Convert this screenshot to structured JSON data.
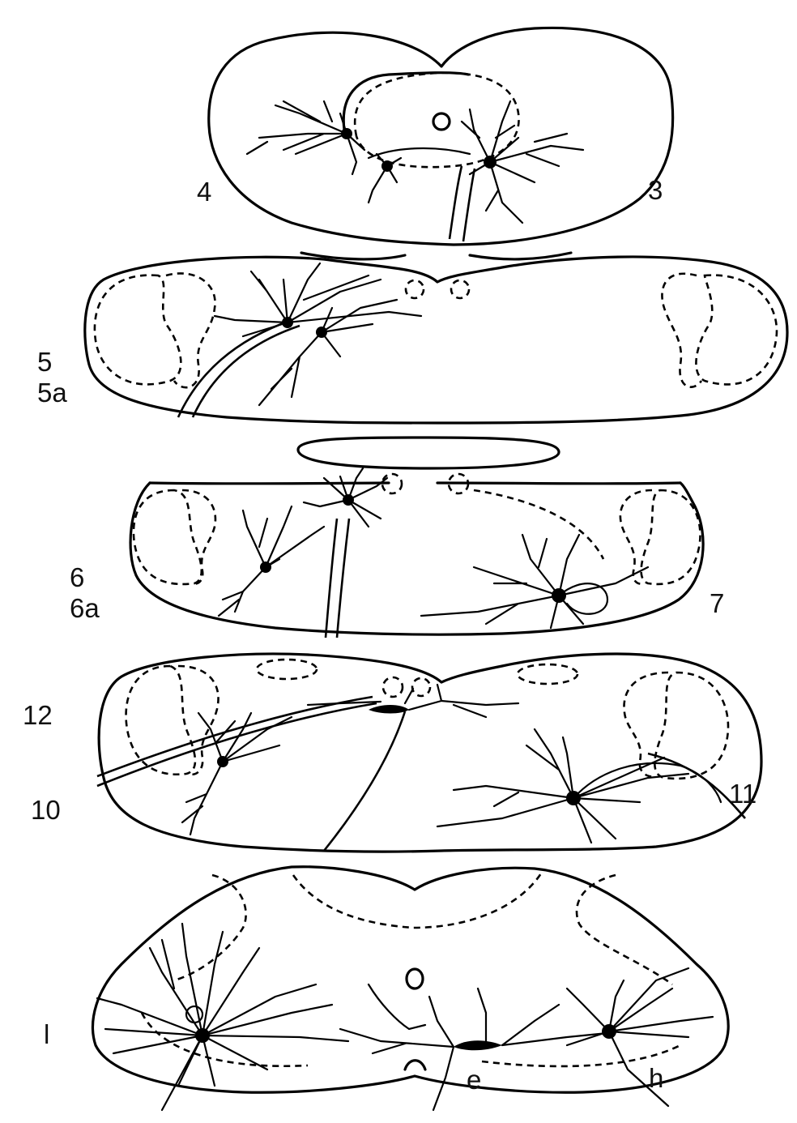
{
  "labels": {
    "section_top_left": "4",
    "section_top_right": "3",
    "section_2_a": "5",
    "section_2_b": "5a",
    "section_3_a": "6",
    "section_3_b": "6a",
    "section_3_right": "7",
    "section_4_upper": "12",
    "section_4_lower": "10",
    "section_4_right": "11",
    "section_5_left": "l",
    "section_5_e": "e",
    "section_5_h": "h"
  }
}
